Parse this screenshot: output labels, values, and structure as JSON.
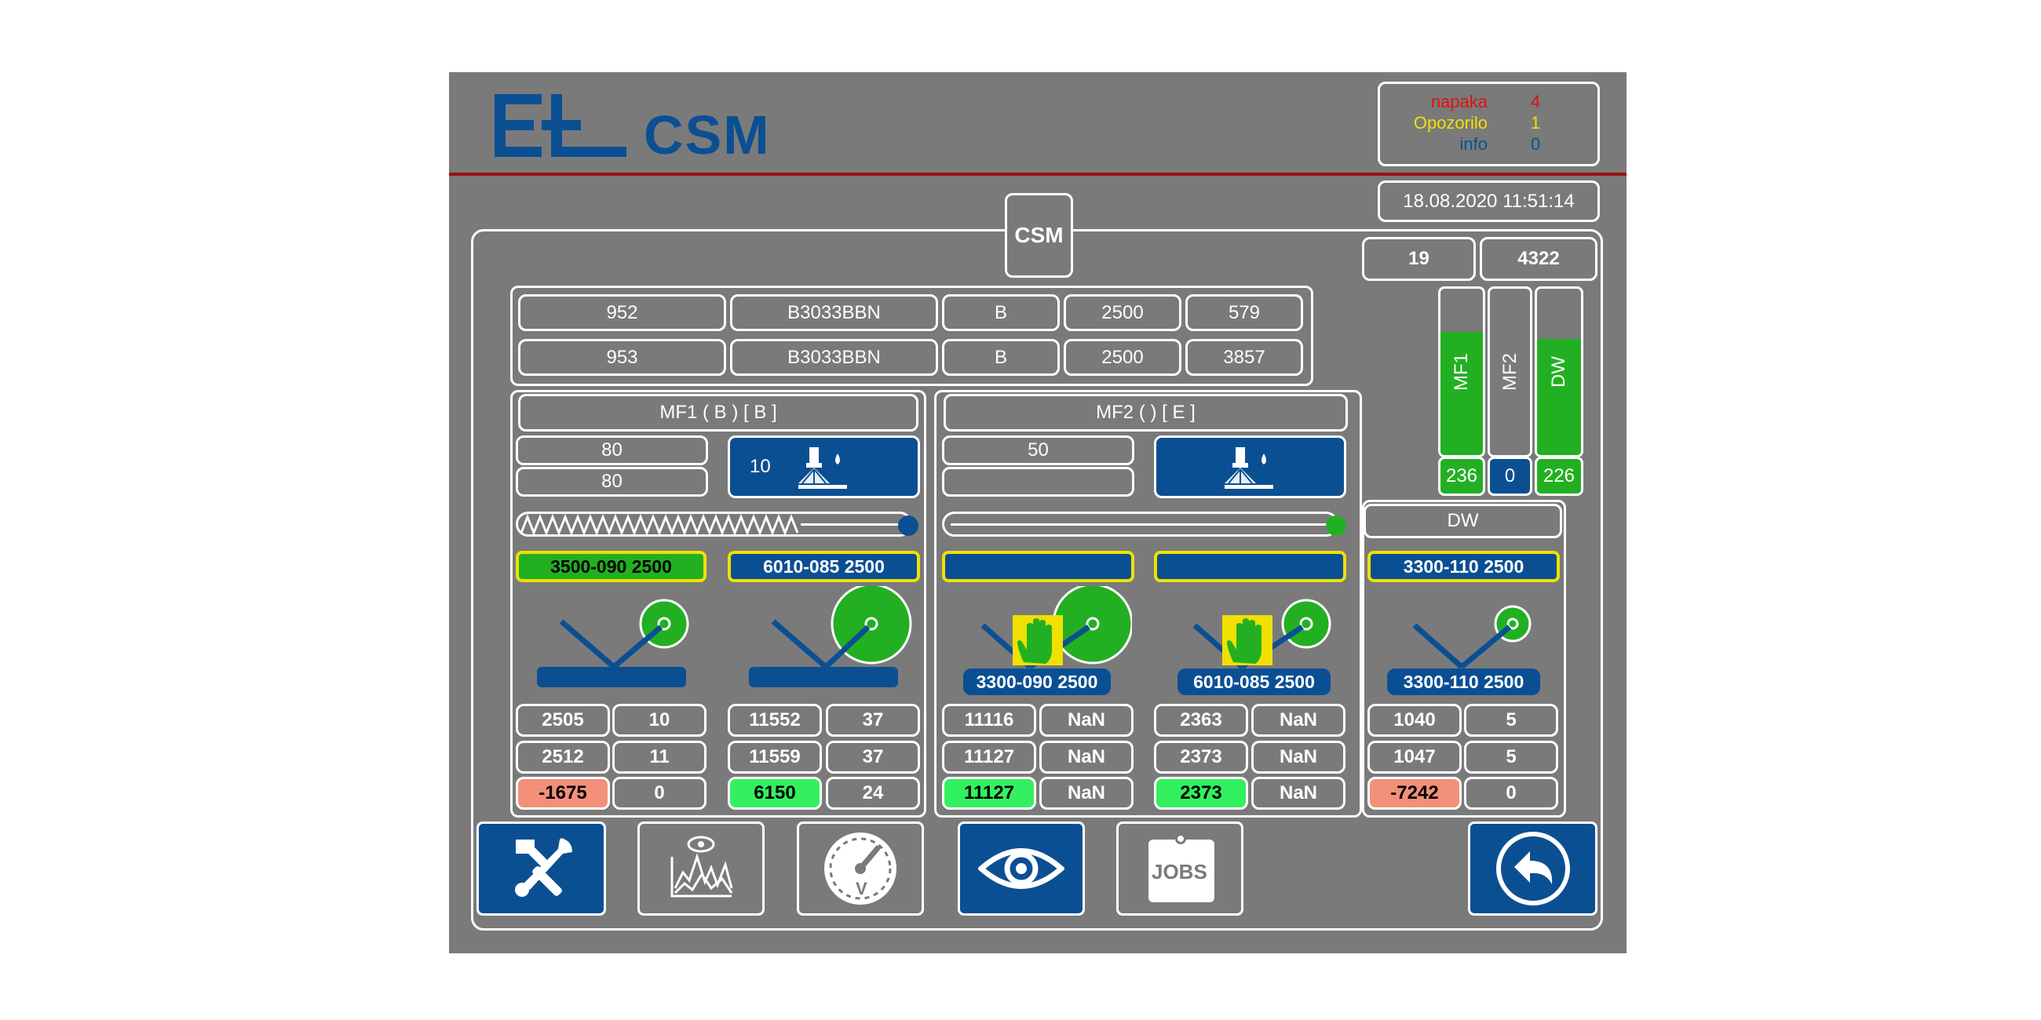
{
  "header": {
    "logo_text": "CSM",
    "status": [
      {
        "label": "napaka",
        "value": "4",
        "color": "#e01010"
      },
      {
        "label": "Opozorilo",
        "value": "1",
        "color": "#f0e000"
      },
      {
        "label": "info",
        "value": "0",
        "color": "#0b4f93"
      }
    ],
    "datetime": "18.08.2020 11:51:14"
  },
  "panel_tab": "CSM",
  "top_counters": {
    "a": "19",
    "b": "4322"
  },
  "meters": [
    {
      "label": "MF1",
      "value": "236",
      "fill": 0.74
    },
    {
      "label": "MF2",
      "value": "0",
      "fill": 0
    },
    {
      "label": "DW",
      "value": "226",
      "fill": 0.7
    }
  ],
  "orders": [
    [
      "952",
      "B3033BBN",
      "B",
      "2500",
      "579"
    ],
    [
      "953",
      "B3033BBN",
      "B",
      "2500",
      "3857"
    ]
  ],
  "mf1": {
    "title": "MF1 ( B )    [ B ]",
    "val1": "80",
    "val2": "80",
    "spray_value": "10"
  },
  "mf2": {
    "title": "MF2 (  )    [ E ]",
    "val1": "50",
    "val2": ""
  },
  "dw": {
    "title": "DW"
  },
  "labels": [
    "3500-090 2500",
    "6010-085 2500",
    "",
    "",
    "3300-110 2500"
  ],
  "pills": [
    "3300-090 2500",
    "6010-085 2500",
    "3300-110 2500"
  ],
  "stats": [
    {
      "r1": [
        "2505",
        "10"
      ],
      "r2": [
        "2512",
        "11"
      ],
      "r3": [
        "-1675",
        "0"
      ]
    },
    {
      "r1": [
        "11552",
        "37"
      ],
      "r2": [
        "11559",
        "37"
      ],
      "r3": [
        "6150",
        "24"
      ]
    },
    {
      "r1": [
        "11116",
        "NaN"
      ],
      "r2": [
        "11127",
        "NaN"
      ],
      "r3": [
        "11127",
        "NaN"
      ]
    },
    {
      "r1": [
        "2363",
        "NaN"
      ],
      "r2": [
        "2373",
        "NaN"
      ],
      "r3": [
        "2373",
        "NaN"
      ]
    },
    {
      "r1": [
        "1040",
        "5"
      ],
      "r2": [
        "1047",
        "5"
      ],
      "r3": [
        "-7242",
        "0"
      ]
    }
  ],
  "toolbar": {
    "jobs_label": "JOBS",
    "gauge_label": "V"
  },
  "colors": {
    "panel": "#7a7a7a",
    "blue": "#0b4f93",
    "green": "#22b022",
    "bright_green": "#33f060",
    "salmon": "#f2907a",
    "yellow": "#f0e000",
    "red_line": "#9a1010"
  }
}
